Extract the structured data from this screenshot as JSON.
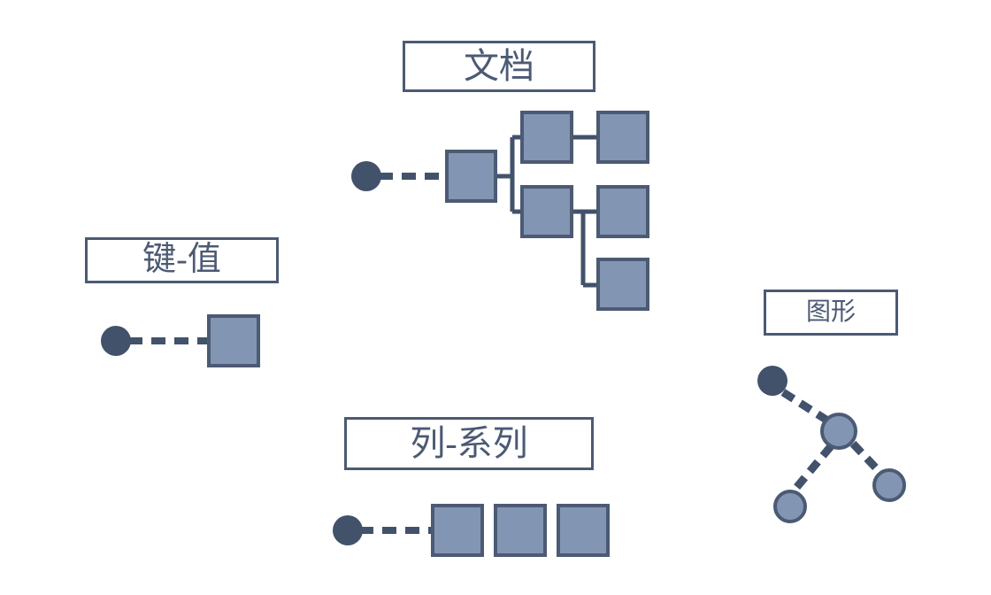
{
  "diagram": {
    "title_hidden": "",
    "palette": {
      "shape_fill": "#8296b4",
      "shape_stroke": "#4c5a73",
      "dark_node": "#42526b",
      "connector": "#42526b",
      "label_border": "#4c5a73",
      "label_text": "#4c5a73",
      "background": "#ffffff"
    },
    "sections": [
      {
        "id": "document",
        "label": "文档",
        "model": "document",
        "root_node": "dark-circle",
        "tree": {
          "root_box": "root-document",
          "children": [
            {
              "id": "child-1",
              "siblings_right": [
                "child-1-right"
              ]
            },
            {
              "id": "child-2",
              "siblings_right": [
                "child-2-right"
              ],
              "below": [
                "child-2-below"
              ]
            }
          ]
        },
        "box_count": 6
      },
      {
        "id": "key-value",
        "label": "键-值",
        "model": "key-value",
        "root_node": "dark-circle",
        "box_count": 1
      },
      {
        "id": "column-family",
        "label": "列-系列",
        "model": "column-family",
        "root_node": "dark-circle",
        "box_count": 3
      },
      {
        "id": "graph",
        "label": "图形",
        "model": "graph",
        "nodes": [
          {
            "id": "graph-node-root",
            "type": "dark-circle",
            "radius": 16
          },
          {
            "id": "graph-node-center",
            "type": "light-circle",
            "radius": 19
          },
          {
            "id": "graph-node-leaf-left",
            "type": "light-circle",
            "radius": 16
          },
          {
            "id": "graph-node-leaf-right",
            "type": "light-circle",
            "radius": 16
          }
        ],
        "edges": [
          {
            "from": "graph-node-root",
            "to": "graph-node-center"
          },
          {
            "from": "graph-node-center",
            "to": "graph-node-leaf-left"
          },
          {
            "from": "graph-node-center",
            "to": "graph-node-leaf-right"
          }
        ]
      }
    ]
  }
}
